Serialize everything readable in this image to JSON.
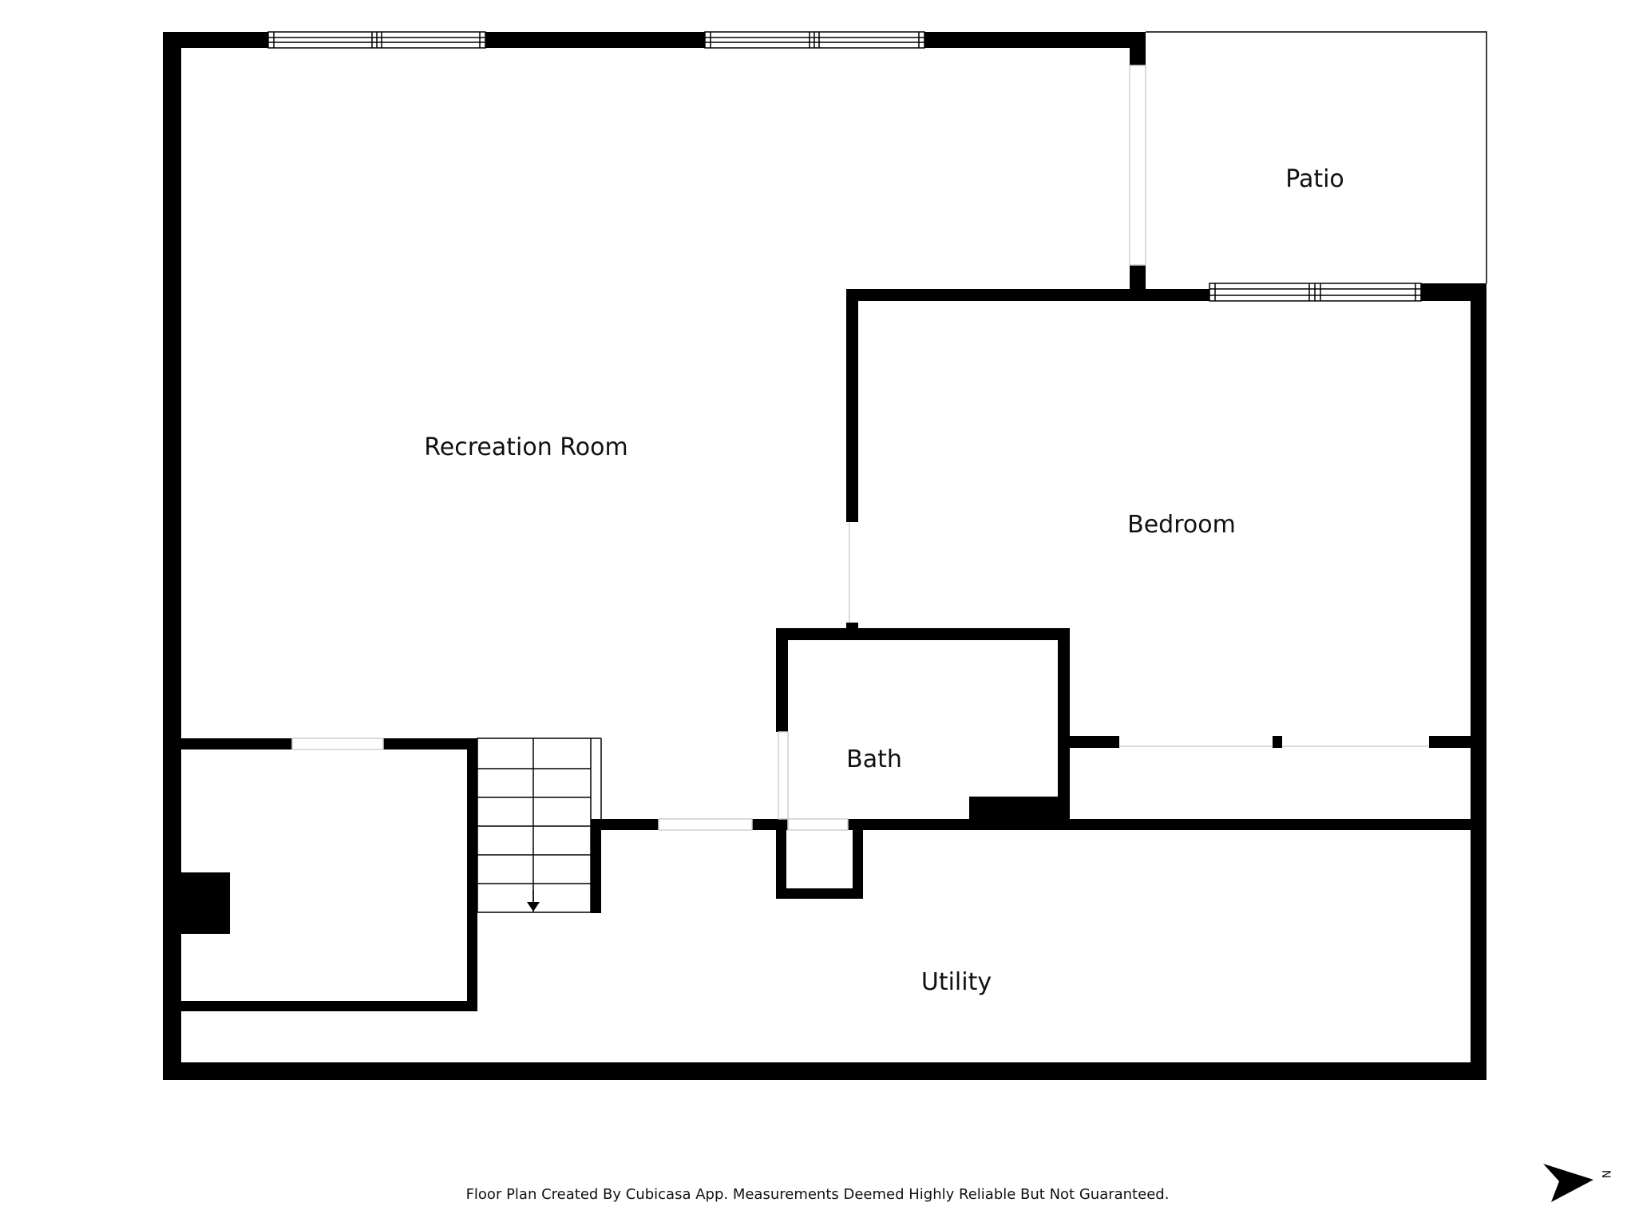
{
  "rooms": {
    "recreation": "Recreation Room",
    "patio": "Patio",
    "bedroom": "Bedroom",
    "bath": "Bath",
    "utility": "Utility"
  },
  "footer": {
    "disclaimer": "Floor Plan Created By Cubicasa App. Measurements Deemed Highly Reliable But Not Guaranteed."
  },
  "compass": {
    "label": "N",
    "icon": "north-arrow-icon"
  },
  "colors": {
    "wall": "#000000",
    "background": "#ffffff",
    "text": "#111111"
  }
}
